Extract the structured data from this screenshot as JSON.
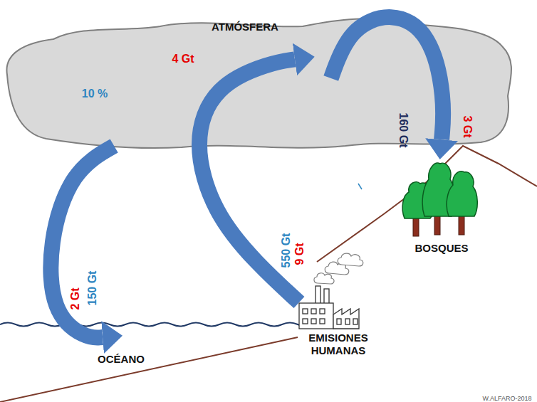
{
  "diagram": {
    "nodes": [
      {
        "text": [
          "ATMÓSFERA"
        ]
      },
      {
        "text": [
          "BOSQUES"
        ]
      },
      {
        "text": [
          "OCÉANO"
        ]
      },
      {
        "text": [
          "EMISIONES HUMANAS"
        ]
      }
    ],
    "edges": [
      {
        "from": 3,
        "to": 0,
        "arrow": "to"
      },
      {
        "from": 0,
        "to": 1,
        "arrow": "to"
      },
      {
        "from": 0,
        "to": 2,
        "arrow": "to"
      }
    ],
    "labels": [
      "4 Gt",
      "10 %",
      "160 Gt",
      "3 Gt",
      "2 Gt",
      "150 Gt",
      "550 Gt",
      "9 Gt",
      "W.ALFARO-2018"
    ]
  }
}
